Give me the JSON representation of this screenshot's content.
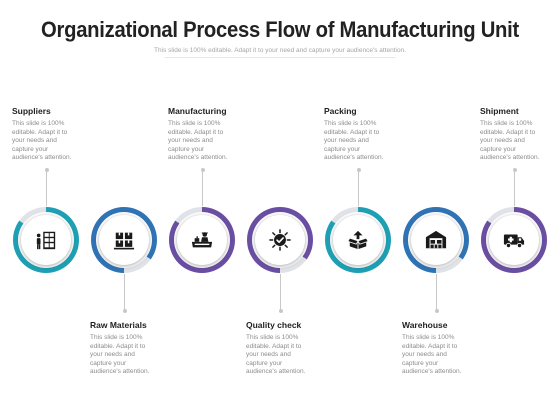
{
  "title": "Organizational Process Flow of Manufacturing Unit",
  "subtitle": "This slide is 100% editable. Adapt it to your need and capture your audience's attention.",
  "colors": {
    "teal": "#1e9fb3",
    "blue": "#2f73b4",
    "purple": "#6a4ea2",
    "icon": "#1a1a1a",
    "connector": "#c8c8c8"
  },
  "steps": [
    {
      "label": "Suppliers",
      "description": [
        "This slide is 100%",
        "editable. Adapt it to",
        "your needs and",
        "capture your",
        "audience's attention."
      ],
      "icon": "suppliers-icon"
    },
    {
      "label": "Raw Materials",
      "description": [
        "This slide is 100%",
        "editable. Adapt it to",
        "your needs and",
        "capture your",
        "audience's attention."
      ],
      "icon": "raw-materials-icon"
    },
    {
      "label": "Manufacturing",
      "description": [
        "This slide is 100%",
        "editable. Adapt it to",
        "your needs and",
        "capture your",
        "audience's attention."
      ],
      "icon": "manufacturing-icon"
    },
    {
      "label": "Quality check",
      "description": [
        "This slide is 100%",
        "editable. Adapt it to",
        "your needs and",
        "capture your",
        "audience's attention."
      ],
      "icon": "quality-check-icon"
    },
    {
      "label": "Packing",
      "description": [
        "This slide is 100%",
        "editable. Adapt it to",
        "your needs and",
        "capture your",
        "audience's attention."
      ],
      "icon": "packing-icon"
    },
    {
      "label": "Warehouse",
      "description": [
        "This slide is 100%",
        "editable. Adapt it to",
        "your needs and",
        "capture your",
        "audience's attention."
      ],
      "icon": "warehouse-icon"
    },
    {
      "label": "Shipment",
      "description": [
        "This slide is 100%",
        "editable. Adapt it to",
        "your needs and",
        "capture your",
        "audience's attention."
      ],
      "icon": "shipment-icon"
    }
  ]
}
